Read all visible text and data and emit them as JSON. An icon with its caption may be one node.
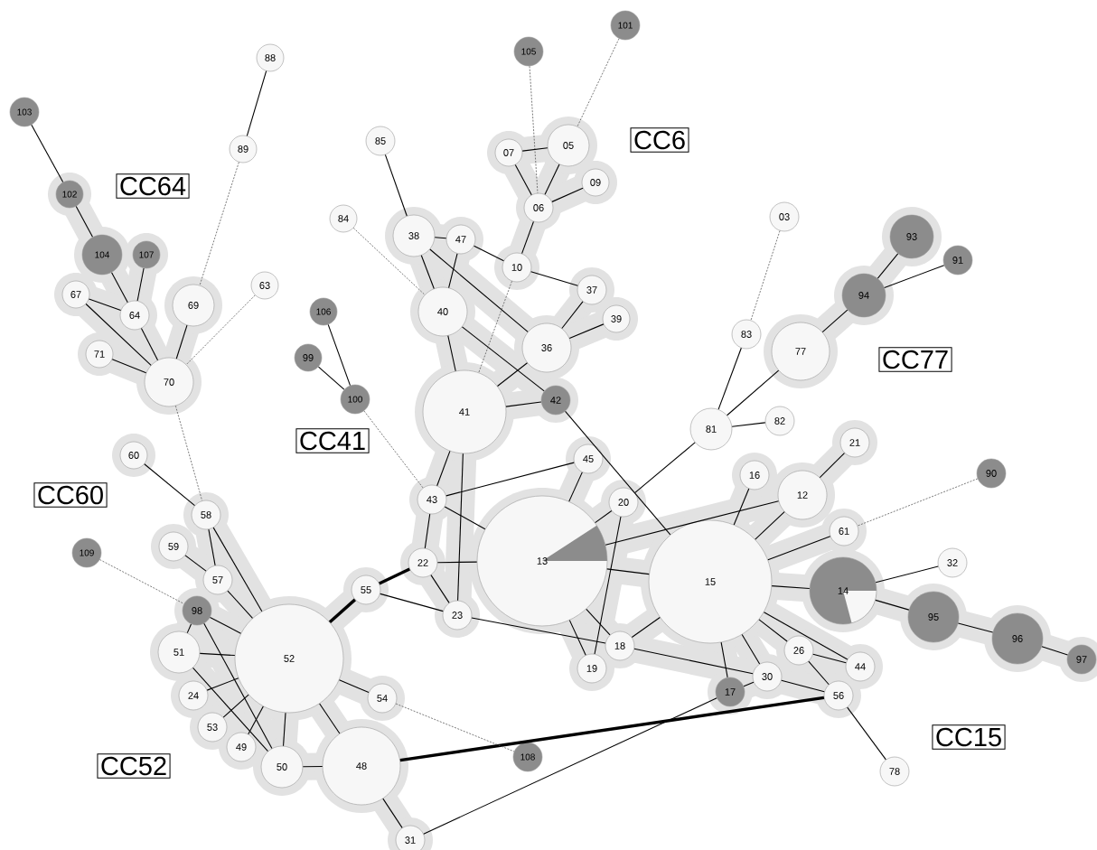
{
  "diagram": {
    "nodes": [
      {
        "text": [
          "101"
        ]
      },
      {
        "text": [
          "105"
        ]
      },
      {
        "text": [
          "88"
        ]
      },
      {
        "text": [
          "103"
        ]
      },
      {
        "text": [
          "CC6"
        ]
      },
      {
        "text": [
          "85"
        ]
      },
      {
        "text": [
          "05"
        ]
      },
      {
        "text": [
          "89"
        ]
      },
      {
        "text": [
          "07"
        ]
      },
      {
        "text": [
          "09"
        ]
      },
      {
        "text": [
          "CC64"
        ]
      },
      {
        "text": [
          "102"
        ]
      },
      {
        "text": [
          "06"
        ]
      },
      {
        "text": [
          "03"
        ]
      },
      {
        "text": [
          "84"
        ]
      },
      {
        "text": [
          "38"
        ]
      },
      {
        "text": [
          "93"
        ]
      },
      {
        "text": [
          "47"
        ]
      },
      {
        "text": [
          "104"
        ]
      },
      {
        "text": [
          "107"
        ]
      },
      {
        "text": [
          "91"
        ]
      },
      {
        "text": [
          "10"
        ]
      },
      {
        "text": [
          "63"
        ]
      },
      {
        "text": [
          "37"
        ]
      },
      {
        "text": [
          "67"
        ]
      },
      {
        "text": [
          "94"
        ]
      },
      {
        "text": [
          "69"
        ]
      },
      {
        "text": [
          "40"
        ]
      },
      {
        "text": [
          "106"
        ]
      },
      {
        "text": [
          "64"
        ]
      },
      {
        "text": [
          "39"
        ]
      },
      {
        "text": [
          "83"
        ]
      },
      {
        "text": [
          "36"
        ]
      },
      {
        "text": [
          "77"
        ]
      },
      {
        "text": [
          "71"
        ]
      },
      {
        "text": [
          "99"
        ]
      },
      {
        "text": [
          "CC77"
        ]
      },
      {
        "text": [
          "70"
        ]
      },
      {
        "text": [
          "100"
        ]
      },
      {
        "text": [
          "42"
        ]
      },
      {
        "text": [
          "41"
        ]
      },
      {
        "text": [
          "82"
        ]
      },
      {
        "text": [
          "81"
        ]
      },
      {
        "text": [
          "CC41"
        ]
      },
      {
        "text": [
          "21"
        ]
      },
      {
        "text": [
          "60"
        ]
      },
      {
        "text": [
          "45"
        ]
      },
      {
        "text": [
          "90"
        ]
      },
      {
        "text": [
          "16"
        ]
      },
      {
        "text": [
          "CC60"
        ]
      },
      {
        "text": [
          "12"
        ]
      },
      {
        "text": [
          "43"
        ]
      },
      {
        "text": [
          "20"
        ]
      },
      {
        "text": [
          "58"
        ]
      },
      {
        "text": [
          "61"
        ]
      },
      {
        "text": [
          "59"
        ]
      },
      {
        "text": [
          "109"
        ]
      },
      {
        "text": [
          "13"
        ]
      },
      {
        "text": [
          "22"
        ]
      },
      {
        "text": [
          "32"
        ]
      },
      {
        "text": [
          "57"
        ]
      },
      {
        "text": [
          "15"
        ]
      },
      {
        "text": [
          "55"
        ]
      },
      {
        "text": [
          "14"
        ]
      },
      {
        "text": [
          "98"
        ]
      },
      {
        "text": [
          "23"
        ]
      },
      {
        "text": [
          "95"
        ]
      },
      {
        "text": [
          "96"
        ]
      },
      {
        "text": [
          "18"
        ]
      },
      {
        "text": [
          "26"
        ]
      },
      {
        "text": [
          "51"
        ]
      },
      {
        "text": [
          "52"
        ]
      },
      {
        "text": [
          "97"
        ]
      },
      {
        "text": [
          "19"
        ]
      },
      {
        "text": [
          "44"
        ]
      },
      {
        "text": [
          "30"
        ]
      },
      {
        "text": [
          "17"
        ]
      },
      {
        "text": [
          "24"
        ]
      },
      {
        "text": [
          "56"
        ]
      },
      {
        "text": [
          "54"
        ]
      },
      {
        "text": [
          "53"
        ]
      },
      {
        "text": [
          "CC15"
        ]
      },
      {
        "text": [
          "49"
        ]
      },
      {
        "text": [
          "108"
        ]
      },
      {
        "text": [
          "48"
        ]
      },
      {
        "text": [
          "CC52"
        ]
      },
      {
        "text": [
          "50"
        ]
      },
      {
        "text": [
          "78"
        ]
      },
      {
        "text": [
          "31"
        ]
      }
    ],
    "edges": [
      {
        "from": 3,
        "to": 11,
        "arrow": "none"
      },
      {
        "from": 11,
        "to": 18,
        "arrow": "none"
      },
      {
        "from": 18,
        "to": 29,
        "arrow": "none"
      },
      {
        "from": 19,
        "to": 29,
        "arrow": "none"
      },
      {
        "from": 24,
        "to": 29,
        "arrow": "none"
      },
      {
        "from": 24,
        "to": 37,
        "arrow": "none"
      },
      {
        "from": 29,
        "to": 37,
        "arrow": "none"
      },
      {
        "from": 34,
        "to": 37,
        "arrow": "none"
      },
      {
        "from": 26,
        "to": 37,
        "arrow": "none"
      },
      {
        "from": 2,
        "to": 7,
        "arrow": "none"
      },
      {
        "from": 7,
        "to": 26,
        "arrow": "none",
        "style": "dashed"
      },
      {
        "from": 22,
        "to": 37,
        "arrow": "none",
        "style": "dashed"
      },
      {
        "from": 37,
        "to": 53,
        "arrow": "none",
        "style": "dashed"
      },
      {
        "from": 28,
        "to": 38,
        "arrow": "none"
      },
      {
        "from": 35,
        "to": 38,
        "arrow": "none"
      },
      {
        "from": 38,
        "to": 51,
        "arrow": "none",
        "style": "dashed"
      },
      {
        "from": 14,
        "to": 27,
        "arrow": "none",
        "style": "dashed"
      },
      {
        "from": 5,
        "to": 15,
        "arrow": "none"
      },
      {
        "from": 1,
        "to": 12,
        "arrow": "none",
        "style": "dashed"
      },
      {
        "from": 0,
        "to": 6,
        "arrow": "none",
        "style": "dashed"
      },
      {
        "from": 8,
        "to": 6,
        "arrow": "none"
      },
      {
        "from": 8,
        "to": 12,
        "arrow": "none"
      },
      {
        "from": 6,
        "to": 12,
        "arrow": "none"
      },
      {
        "from": 9,
        "to": 12,
        "arrow": "none"
      },
      {
        "from": 12,
        "to": 21,
        "arrow": "none"
      },
      {
        "from": 15,
        "to": 17,
        "arrow": "none"
      },
      {
        "from": 17,
        "to": 21,
        "arrow": "none"
      },
      {
        "from": 21,
        "to": 23,
        "arrow": "none"
      },
      {
        "from": 15,
        "to": 27,
        "arrow": "none"
      },
      {
        "from": 17,
        "to": 27,
        "arrow": "none"
      },
      {
        "from": 15,
        "to": 32,
        "arrow": "none"
      },
      {
        "from": 23,
        "to": 32,
        "arrow": "none"
      },
      {
        "from": 30,
        "to": 32,
        "arrow": "none"
      },
      {
        "from": 27,
        "to": 40,
        "arrow": "none"
      },
      {
        "from": 27,
        "to": 39,
        "arrow": "none"
      },
      {
        "from": 32,
        "to": 40,
        "arrow": "none"
      },
      {
        "from": 40,
        "to": 39,
        "arrow": "none"
      },
      {
        "from": 21,
        "to": 40,
        "arrow": "none",
        "style": "dashed"
      },
      {
        "from": 39,
        "to": 61,
        "arrow": "none"
      },
      {
        "from": 40,
        "to": 51,
        "arrow": "none"
      },
      {
        "from": 40,
        "to": 65,
        "arrow": "none"
      },
      {
        "from": 13,
        "to": 31,
        "arrow": "none",
        "style": "dashed"
      },
      {
        "from": 31,
        "to": 42,
        "arrow": "none"
      },
      {
        "from": 33,
        "to": 42,
        "arrow": "none"
      },
      {
        "from": 25,
        "to": 33,
        "arrow": "none"
      },
      {
        "from": 16,
        "to": 25,
        "arrow": "none"
      },
      {
        "from": 20,
        "to": 25,
        "arrow": "none"
      },
      {
        "from": 42,
        "to": 41,
        "arrow": "none"
      },
      {
        "from": 42,
        "to": 52,
        "arrow": "none"
      },
      {
        "from": 50,
        "to": 44,
        "arrow": "none"
      },
      {
        "from": 48,
        "to": 61,
        "arrow": "none"
      },
      {
        "from": 57,
        "to": 50,
        "arrow": "none"
      },
      {
        "from": 50,
        "to": 61,
        "arrow": "none"
      },
      {
        "from": 54,
        "to": 61,
        "arrow": "none"
      },
      {
        "from": 47,
        "to": 54,
        "arrow": "none",
        "style": "dashed"
      },
      {
        "from": 61,
        "to": 63,
        "arrow": "none"
      },
      {
        "from": 63,
        "to": 59,
        "arrow": "none"
      },
      {
        "from": 63,
        "to": 66,
        "arrow": "none"
      },
      {
        "from": 66,
        "to": 67,
        "arrow": "none"
      },
      {
        "from": 67,
        "to": 72,
        "arrow": "none"
      },
      {
        "from": 61,
        "to": 74,
        "arrow": "none"
      },
      {
        "from": 61,
        "to": 69,
        "arrow": "none"
      },
      {
        "from": 69,
        "to": 74,
        "arrow": "none"
      },
      {
        "from": 69,
        "to": 78,
        "arrow": "none"
      },
      {
        "from": 75,
        "to": 78,
        "arrow": "none"
      },
      {
        "from": 61,
        "to": 75,
        "arrow": "none"
      },
      {
        "from": 61,
        "to": 76,
        "arrow": "none"
      },
      {
        "from": 68,
        "to": 75,
        "arrow": "none"
      },
      {
        "from": 76,
        "to": 75,
        "arrow": "none"
      },
      {
        "from": 76,
        "to": 88,
        "arrow": "none"
      },
      {
        "from": 84,
        "to": 78,
        "arrow": "none",
        "style": "thick"
      },
      {
        "from": 78,
        "to": 87,
        "arrow": "none"
      },
      {
        "from": 57,
        "to": 46,
        "arrow": "none"
      },
      {
        "from": 57,
        "to": 52,
        "arrow": "none"
      },
      {
        "from": 52,
        "to": 73,
        "arrow": "none"
      },
      {
        "from": 57,
        "to": 61,
        "arrow": "none"
      },
      {
        "from": 57,
        "to": 51,
        "arrow": "none"
      },
      {
        "from": 57,
        "to": 58,
        "arrow": "none"
      },
      {
        "from": 57,
        "to": 68,
        "arrow": "none"
      },
      {
        "from": 57,
        "to": 73,
        "arrow": "none"
      },
      {
        "from": 68,
        "to": 61,
        "arrow": "none"
      },
      {
        "from": 65,
        "to": 68,
        "arrow": "none"
      },
      {
        "from": 51,
        "to": 46,
        "arrow": "none"
      },
      {
        "from": 51,
        "to": 58,
        "arrow": "none"
      },
      {
        "from": 58,
        "to": 62,
        "arrow": "none",
        "style": "thick"
      },
      {
        "from": 58,
        "to": 65,
        "arrow": "none"
      },
      {
        "from": 62,
        "to": 65,
        "arrow": "none"
      },
      {
        "from": 62,
        "to": 71,
        "arrow": "none",
        "style": "thick"
      },
      {
        "from": 45,
        "to": 53,
        "arrow": "none"
      },
      {
        "from": 53,
        "to": 60,
        "arrow": "none"
      },
      {
        "from": 53,
        "to": 71,
        "arrow": "none"
      },
      {
        "from": 55,
        "to": 60,
        "arrow": "none"
      },
      {
        "from": 60,
        "to": 71,
        "arrow": "none"
      },
      {
        "from": 56,
        "to": 64,
        "arrow": "none",
        "style": "dashed"
      },
      {
        "from": 64,
        "to": 71,
        "arrow": "none"
      },
      {
        "from": 64,
        "to": 70,
        "arrow": "none"
      },
      {
        "from": 64,
        "to": 86,
        "arrow": "none"
      },
      {
        "from": 70,
        "to": 71,
        "arrow": "none"
      },
      {
        "from": 70,
        "to": 86,
        "arrow": "none"
      },
      {
        "from": 77,
        "to": 71,
        "arrow": "none"
      },
      {
        "from": 80,
        "to": 71,
        "arrow": "none"
      },
      {
        "from": 82,
        "to": 71,
        "arrow": "none"
      },
      {
        "from": 71,
        "to": 86,
        "arrow": "none"
      },
      {
        "from": 71,
        "to": 79,
        "arrow": "none"
      },
      {
        "from": 71,
        "to": 84,
        "arrow": "none"
      },
      {
        "from": 79,
        "to": 83,
        "arrow": "none",
        "style": "dashed"
      },
      {
        "from": 86,
        "to": 84,
        "arrow": "none"
      },
      {
        "from": 84,
        "to": 88,
        "arrow": "none"
      }
    ]
  }
}
